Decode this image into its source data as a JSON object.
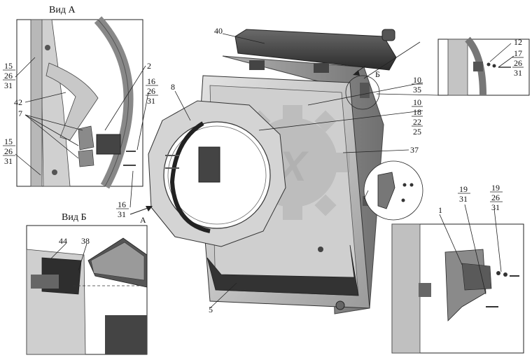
{
  "views": {
    "view_a_title": "Вид А",
    "view_b_title": "Вид Б",
    "arrow_a": "А",
    "arrow_b": "Б"
  },
  "watermark": "PEX",
  "callouts": {
    "c40": "40",
    "c12": "12",
    "c17": "17",
    "c17_26": "26",
    "c17_31": "31",
    "c2": "2",
    "c8": "8",
    "c10a": "10",
    "c10a_35": "35",
    "c10b": "10",
    "c10b_18": "18",
    "c10b_22": "22",
    "c10b_25": "25",
    "c37": "37",
    "c15a": "15",
    "c15a_26": "26",
    "c15a_31": "31",
    "c42": "42",
    "c7": "7",
    "c16a": "16",
    "c16a_26": "26",
    "c16a_31": "31",
    "c15b": "15",
    "c15b_26": "26",
    "c15b_31": "31",
    "c16b": "16",
    "c16b_31": "31",
    "c44": "44",
    "c38": "38",
    "c5": "5",
    "c1": "1",
    "c19a": "19",
    "c19a_31": "31",
    "c19b": "19",
    "c19b_26": "26",
    "c19b_31": "31"
  }
}
